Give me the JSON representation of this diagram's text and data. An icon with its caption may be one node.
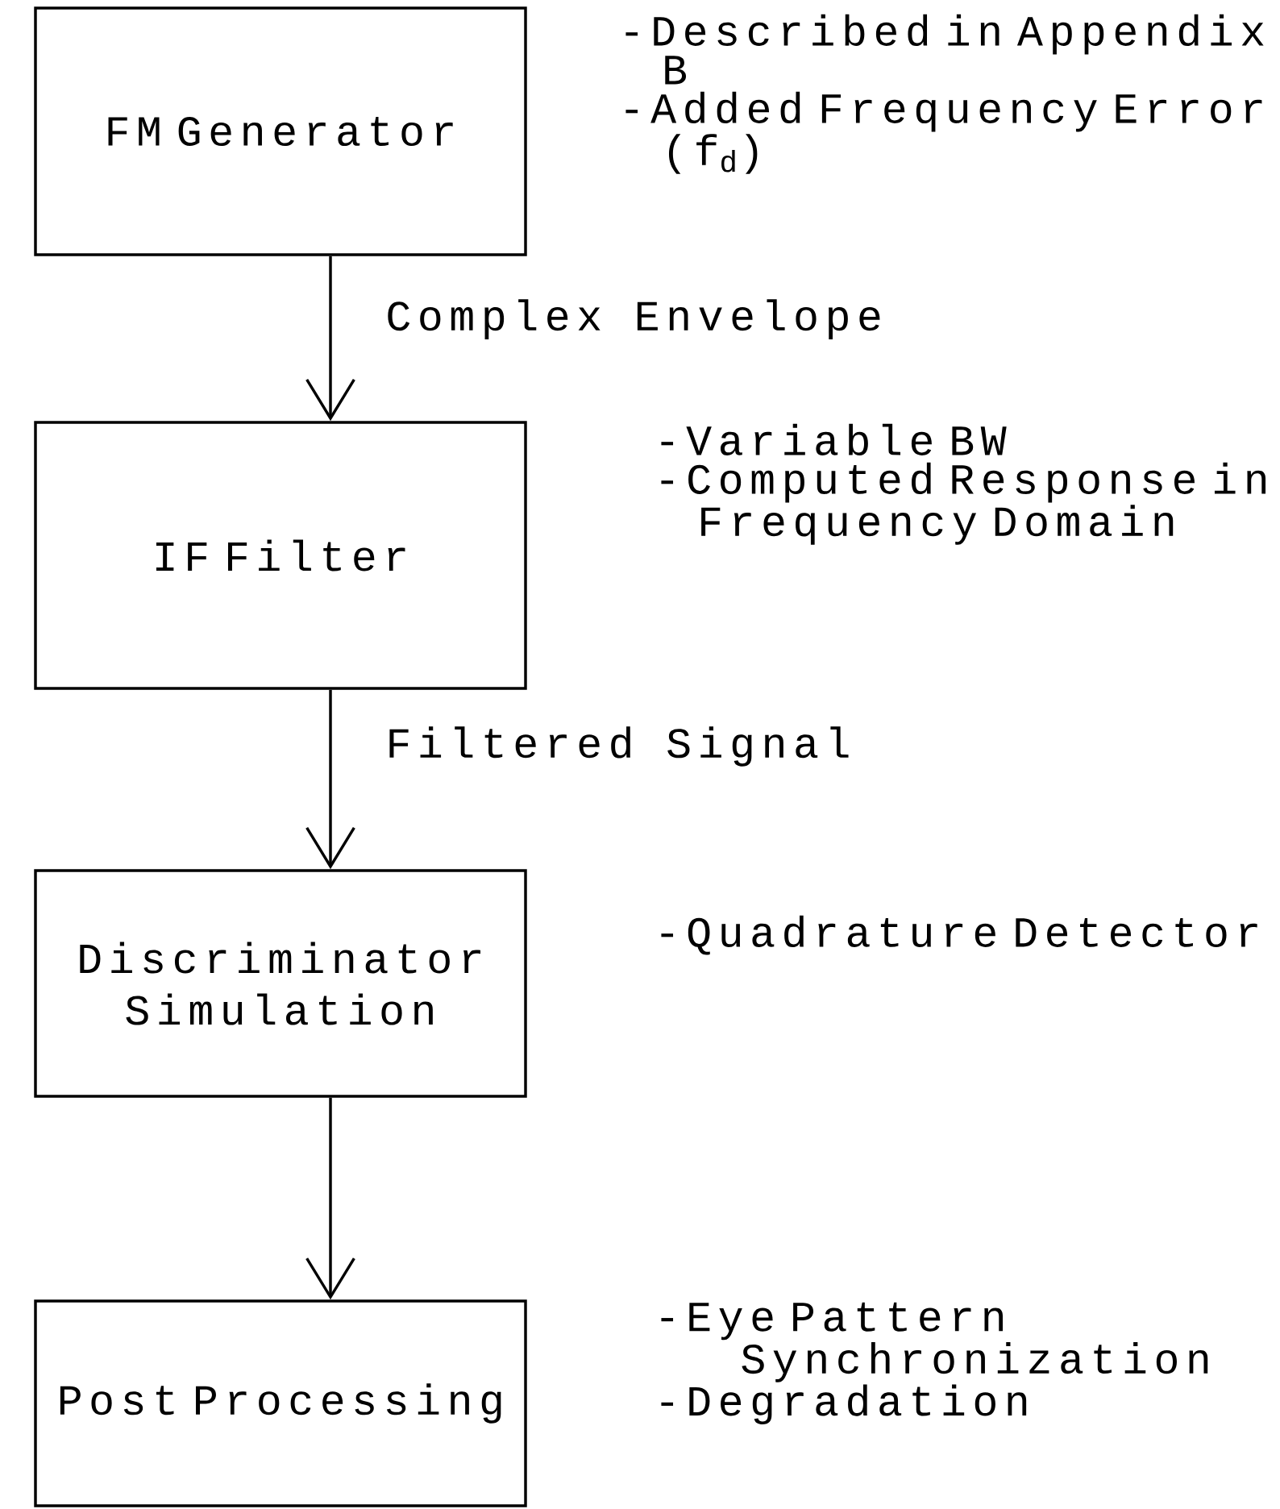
{
  "diagram": {
    "nodes": [
      {
        "text": [
          "FM Generator"
        ],
        "beside": [
          "-Described in Appendix B",
          "-Added Frequency Error (f$_{d}$)"
        ]
      },
      {
        "text": [
          "IF Filter"
        ],
        "beside": [
          "-Variable BW",
          "-Computed Response in Frequency Domain"
        ]
      },
      {
        "text": [
          "Discriminator Simulation"
        ],
        "beside": [
          "-Quadrature Detector"
        ]
      },
      {
        "text": [
          "Post Processing"
        ],
        "beside": [
          "-Eye Pattern Synchronization",
          "-Degradation"
        ]
      }
    ],
    "edges": [
      {
        "from": 0,
        "to": 1,
        "arrow": "to",
        "label": "Complex Envelope"
      },
      {
        "from": 1,
        "to": 2,
        "arrow": "to",
        "label": "Filtered Signal"
      },
      {
        "from": 2,
        "to": 3,
        "arrow": "to"
      }
    ]
  }
}
